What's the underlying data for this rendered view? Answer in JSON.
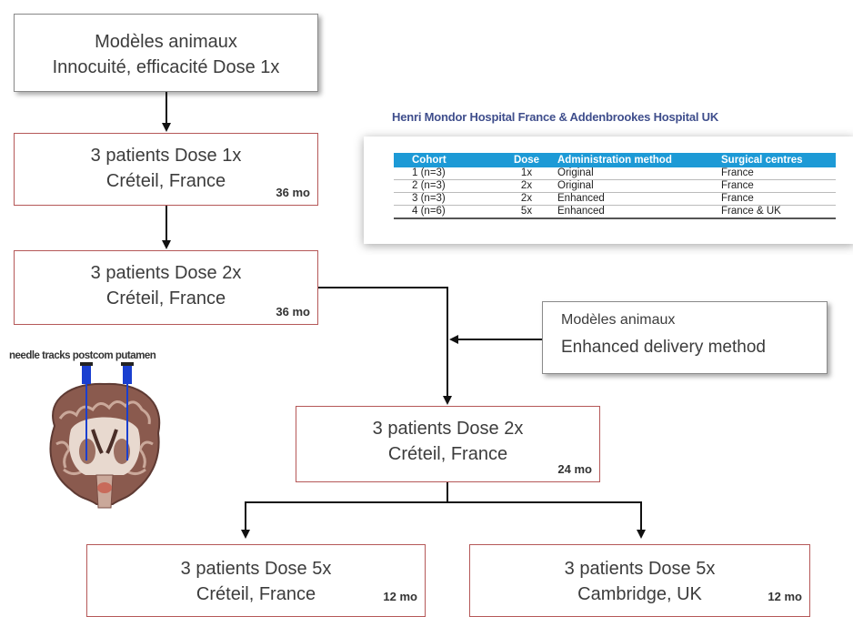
{
  "flow": {
    "box1": {
      "line1": "Modèles animaux",
      "line2": "Innocuité, efficacité Dose 1x"
    },
    "box2": {
      "line1": "3 patients Dose 1x",
      "line2": "Créteil, France",
      "duration": "36 mo"
    },
    "box3": {
      "line1": "3 patients Dose 2x",
      "line2": "Créteil, France",
      "duration": "36 mo"
    },
    "box4": {
      "line1": "Modèles animaux",
      "line2": "Enhanced delivery method"
    },
    "box5": {
      "line1": "3 patients Dose 2x",
      "line2": "Créteil, France",
      "duration": "24 mo"
    },
    "box6": {
      "line1": "3 patients Dose 5x",
      "line2": "Créteil, France",
      "duration": "12 mo"
    },
    "box7": {
      "line1": "3 patients Dose 5x",
      "line2": "Cambridge, UK",
      "duration": "12 mo"
    }
  },
  "table": {
    "title": "Henri Mondor Hospital France & Addenbrookes Hospital UK",
    "headers": [
      "Cohort",
      "Dose",
      "Administration method",
      "Surgical centres"
    ],
    "rows": [
      [
        "1 (n=3)",
        "1x",
        "Original",
        "France"
      ],
      [
        "2 (n=3)",
        "2x",
        "Original",
        "France"
      ],
      [
        "3 (n=3)",
        "2x",
        "Enhanced",
        "France"
      ],
      [
        "4 (n=6)",
        "5x",
        "Enhanced",
        "France & UK"
      ]
    ],
    "header_color": "#1d9ad6"
  },
  "image": {
    "label": "needle tracks postcom putamen",
    "icon": "brain-coronal-section-icon"
  },
  "colors": {
    "box_border_red": "#b55858",
    "box_border_gray": "#8a8a8a",
    "arrow": "#111111",
    "needle": "#1a3fd0"
  }
}
